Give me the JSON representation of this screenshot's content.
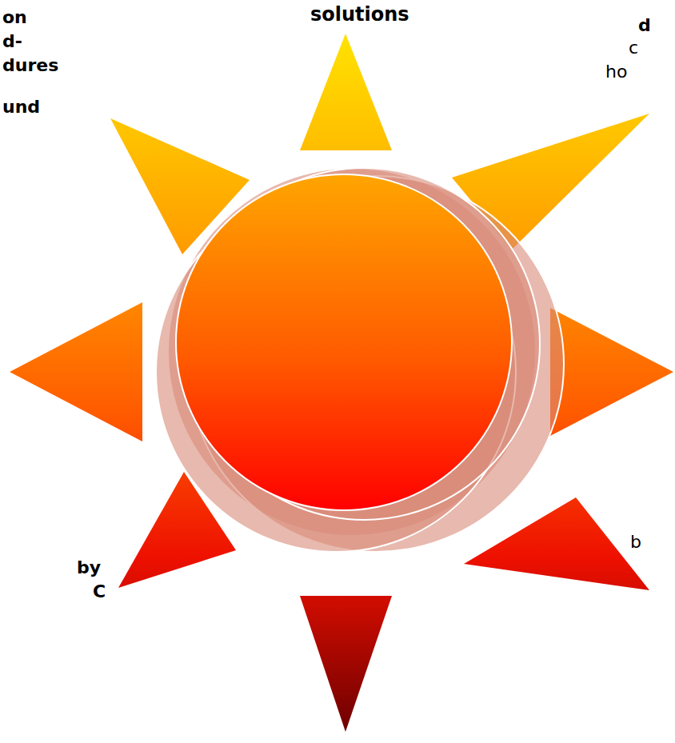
{
  "diagram": {
    "labels": [
      "on",
      "d-",
      "dures",
      "und",
      "solutions",
      "d",
      "c",
      "ho",
      "b",
      "by",
      "C"
    ]
  }
}
